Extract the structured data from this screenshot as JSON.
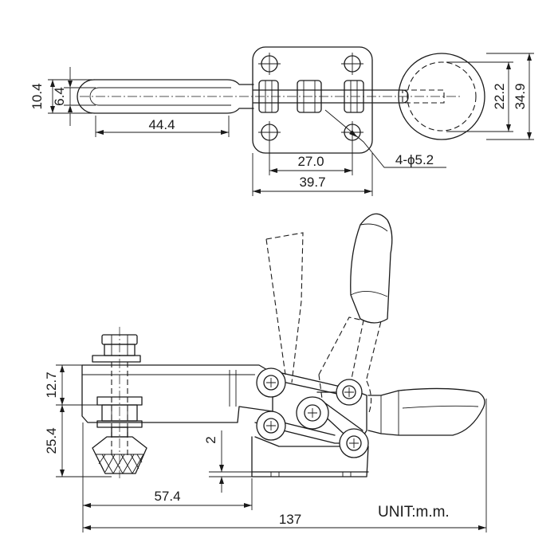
{
  "dimensions": {
    "handle_length": "44.4",
    "handle_outer_width": "10.4",
    "handle_inner_width": "6.4",
    "hole_spacing_inner": "27.0",
    "base_width": "39.7",
    "hole_callout": "4-ϕ5.2",
    "circle_inner_height": "22.2",
    "circle_outer_height": "34.9",
    "arm_height": "12.7",
    "spindle_height": "25.4",
    "gap": "2",
    "spindle_offset": "57.4",
    "overall_length": "137"
  },
  "unit_label": "UNIT:m.m."
}
